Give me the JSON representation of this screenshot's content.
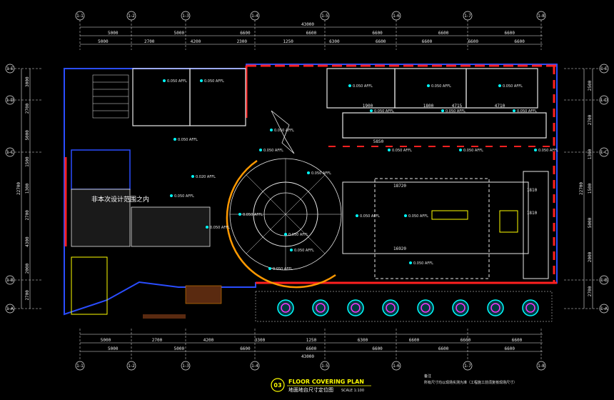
{
  "axes_top": [
    "1-1",
    "1-2",
    "1-3",
    "1-4",
    "1-5",
    "1-6",
    "1-7",
    "1-8"
  ],
  "axes_bottom": [
    "1-1",
    "1-2",
    "1-3",
    "1-4",
    "1-5",
    "1-6",
    "1-7",
    "1-8"
  ],
  "axes_left": [
    "1-E",
    "1-D",
    "1-C",
    "1-B",
    "1-A"
  ],
  "total_width": "43000",
  "dims_top_row1": [
    "5000",
    "5000",
    "6600",
    "6600",
    "6600",
    "6600",
    "6600"
  ],
  "dims_top_row2": [
    "5000",
    "2700",
    "4200",
    "2300",
    "1250",
    "6300",
    "6600",
    "6600",
    "6600",
    "6600"
  ],
  "dims_bottom_row1": [
    "5000",
    "2700",
    "4200",
    "3300",
    "1250",
    "6300",
    "6600",
    "6600",
    "6600"
  ],
  "dims_bottom_row2": [
    "5000",
    "5000",
    "6600",
    "6600",
    "6600",
    "6600",
    "6600"
  ],
  "dims_left": [
    "3000",
    "2700",
    "5000",
    "1500",
    "1300",
    "2700",
    "4300",
    "2000",
    "2700"
  ],
  "dims_left_total": "22700",
  "dims_right": [
    "2500",
    "2700",
    "1300",
    "1500",
    "5000",
    "2000",
    "2700"
  ],
  "dims_right_total": "22700",
  "level_tag": "0.050 AFFL",
  "level_tags_2": [
    "0.020 AFFL",
    "0.050 AFFL"
  ],
  "interior_dims": [
    "18720",
    "16920",
    "1900",
    "1800",
    "1810",
    "1810",
    "4710",
    "4715",
    "5850"
  ],
  "scope_note": "非本次设计范围之内",
  "title_number": "03",
  "title_en": "FLOOR COVERING PLAN",
  "title_cn": "地面地台尺寸定位图",
  "scale": "SCALE 1:100",
  "notes_label": "备注",
  "notes_text": "所有尺寸均以现场实测为准（工程施工前须复核现场尺寸）",
  "colors": {
    "wall_red": "#ff2020",
    "wall_blue": "#2a4dff",
    "dim_line": "#e8e8e8",
    "grid_line": "#ffffff",
    "accent_yellow": "#ffff00",
    "green": "#00ff66",
    "magenta": "#ff33ff",
    "cyan": "#00ffff",
    "orange": "#ff9900"
  }
}
